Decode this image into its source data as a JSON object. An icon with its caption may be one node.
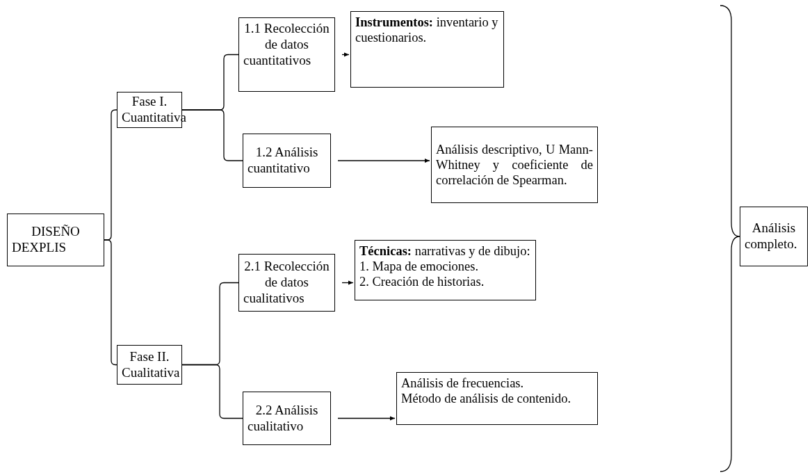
{
  "diagram": {
    "nodes": [
      {
        "text": [
          "DISEÑO DEXPLIS"
        ]
      },
      {
        "text": [
          "Fase I. Cuantitativa"
        ]
      },
      {
        "text": [
          "Fase II. Cualitativa"
        ]
      },
      {
        "text": [
          "1.1 Recolección de datos cuantitativos"
        ]
      },
      {
        "text": [
          "1.2 Análisis cuantitativo"
        ]
      },
      {
        "text": [
          "2.1 Recolección de datos cualitativos"
        ]
      },
      {
        "text": [
          "2.2 Análisis cualitativo"
        ]
      },
      {
        "text": [
          "**Instrumentos:** inventario y cuestionarios."
        ]
      },
      {
        "text": [
          "Análisis descriptivo, U Mann-Whitney y coeficiente de correlación de Spearman."
        ]
      },
      {
        "text": [
          "**Técnicas:** narrativas y de dibujo:",
          "1. Mapa de emociones.",
          "2. Creación de historias."
        ]
      },
      {
        "text": [
          "Análisis de frecuencias.",
          "Método de análisis de contenido."
        ]
      },
      {
        "text": [
          "Análisis completo."
        ]
      }
    ],
    "edges": [
      {
        "from": 0,
        "to": 1,
        "arrow": "none"
      },
      {
        "from": 0,
        "to": 2,
        "arrow": "none"
      },
      {
        "from": 1,
        "to": 3,
        "arrow": "none"
      },
      {
        "from": 1,
        "to": 4,
        "arrow": "none"
      },
      {
        "from": 2,
        "to": 5,
        "arrow": "none"
      },
      {
        "from": 2,
        "to": 6,
        "arrow": "none"
      },
      {
        "from": 3,
        "to": 7,
        "arrow": "to"
      },
      {
        "from": 4,
        "to": 8,
        "arrow": "to"
      },
      {
        "from": 5,
        "to": 9,
        "arrow": "to"
      },
      {
        "from": 6,
        "to": 10,
        "arrow": "to"
      }
    ]
  }
}
